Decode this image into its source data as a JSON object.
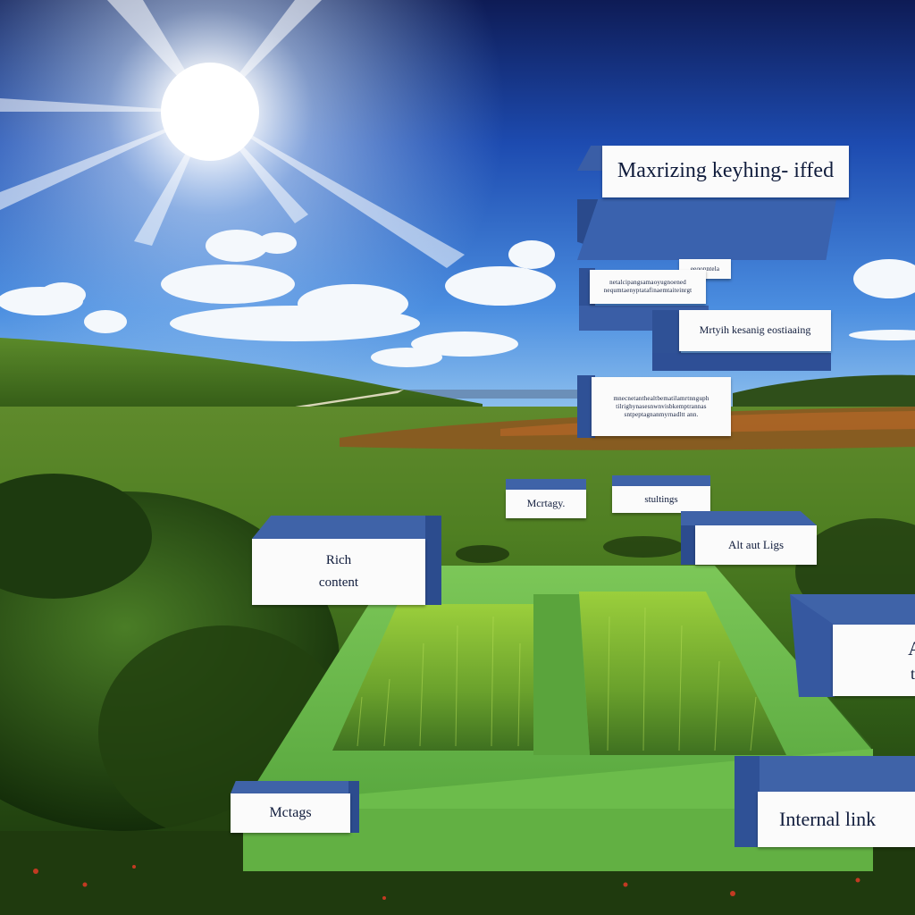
{
  "labels": {
    "headline": "Maxrizing keyhing- iffed",
    "small_top": "eeqonntela",
    "paragraph_1": "netalcipangsamaoyugnoened nequmtaenyptatafinaemtaiteinrgt",
    "subtitle": "Mrtyih kesanig eostiaaing",
    "paragraph_2": "mnecnetanthealtbematilamrtnnguph tilrighynasesnwnvisbkemptrannas sntpeptagnanmyrnadltt ann.",
    "metags_mid": "Mcrtagy.",
    "stultings": "stultings",
    "alt_tags": "Alt aut Ligs",
    "rich_content_line1": "Rich",
    "rich_content_line2": "content",
    "alt_right_partial_1": "A",
    "alt_right_partial_2": "te",
    "metags_bottom": "Mctags",
    "internal_links": "Internal link"
  },
  "colors": {
    "sky_top": "#0d1a55",
    "sky_mid": "#2a5dc4",
    "grass": "#5aa83c",
    "frame_green": "#68b847",
    "block_top": "#3f63a8",
    "block_face": "#fbfbfb",
    "label_text": "#101c3c"
  }
}
